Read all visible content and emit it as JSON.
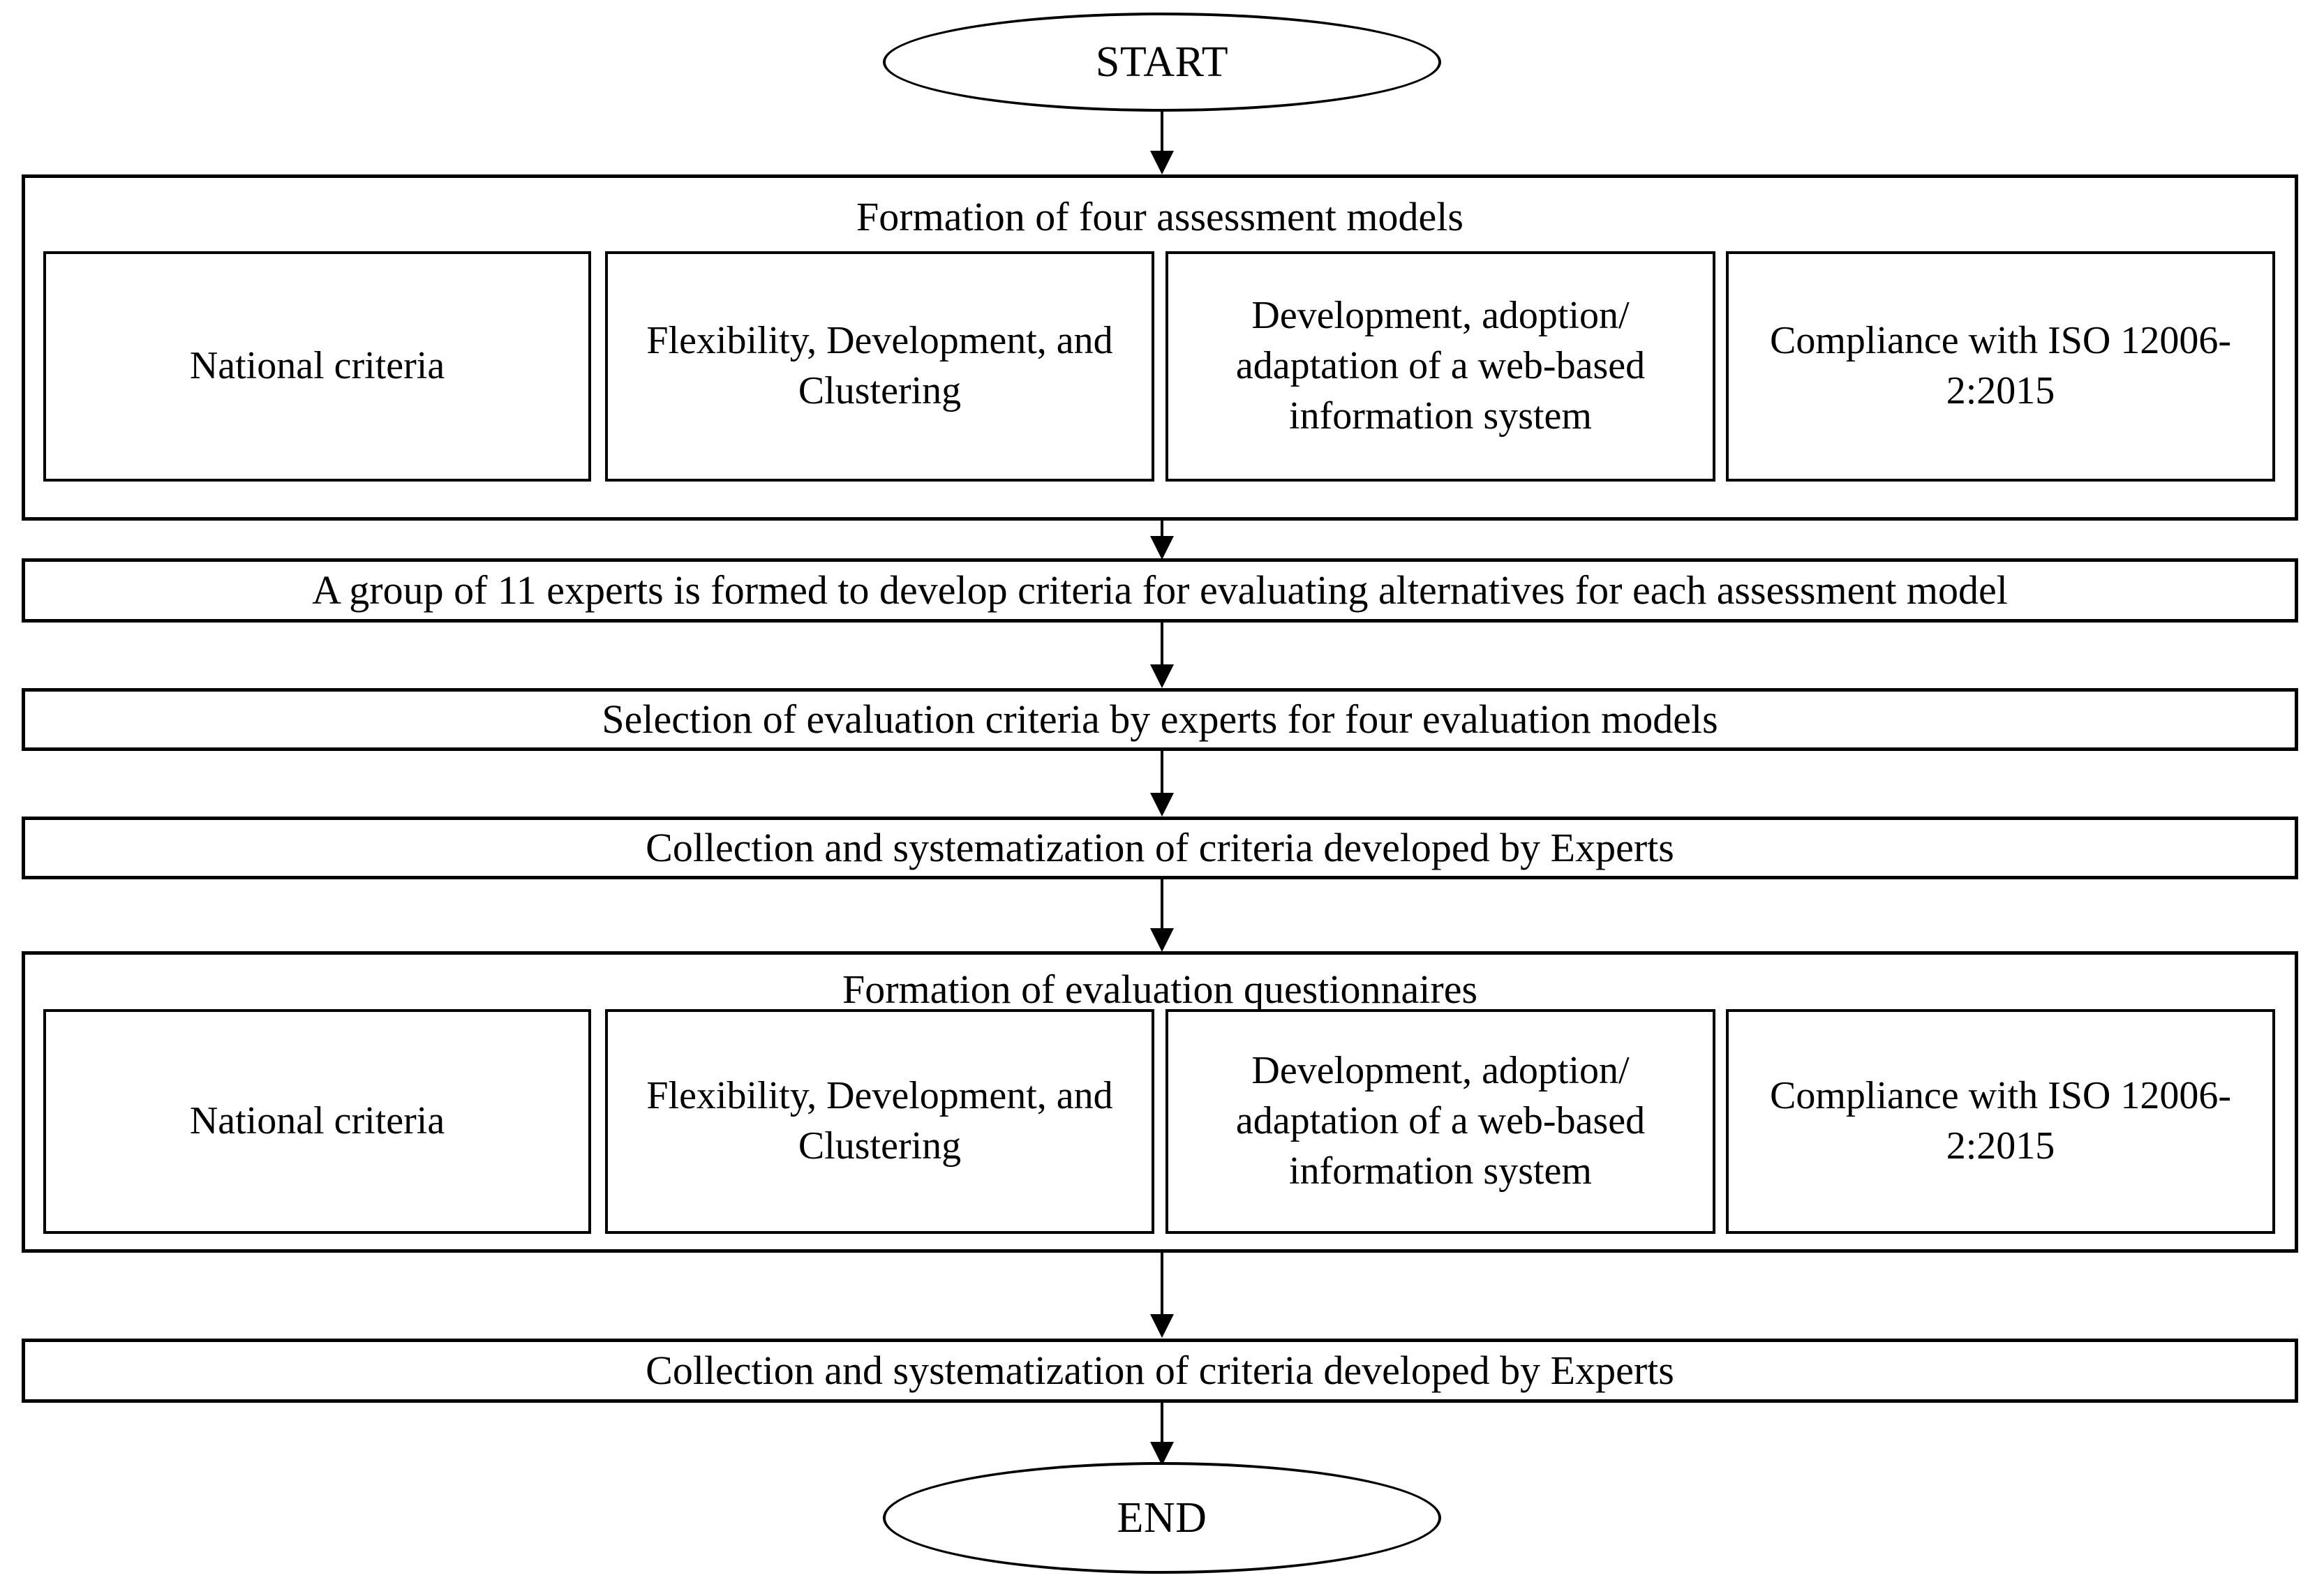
{
  "diagram": {
    "title": "Flowchart for formation of four assessment models and evaluation questionnaires",
    "start_label": "START",
    "end_label": "END",
    "stroke_color": "#000000",
    "background_color": "#ffffff"
  },
  "nodes": {
    "start": {
      "label": "START",
      "shape": "ellipse"
    },
    "assessment_models": {
      "title": "Formation of four assessment models",
      "items": [
        {
          "label": "National criteria"
        },
        {
          "label": "Flexibility, Development, and Clustering"
        },
        {
          "label": "Development, adoption/ adaptation of a web-based information system"
        },
        {
          "label": "Compliance with ISO 12006-2:2015"
        }
      ]
    },
    "expert_group": {
      "label": "A group of 11 experts is formed to develop criteria for evaluating alternatives for each assessment model"
    },
    "criteria_selection": {
      "label": "Selection of evaluation criteria by experts for four evaluation models"
    },
    "collection_first": {
      "label": "Collection and systematization of criteria developed by Experts"
    },
    "questionnaires": {
      "title": "Formation of evaluation questionnaires",
      "items": [
        {
          "label": "National criteria"
        },
        {
          "label": "Flexibility, Development, and Clustering"
        },
        {
          "label": "Development, adoption/ adaptation of a web-based information system"
        },
        {
          "label": "Compliance with ISO 12006-2:2015"
        }
      ]
    },
    "collection_second": {
      "label": "Collection and systematization of criteria developed by Experts"
    },
    "end": {
      "label": "END",
      "shape": "ellipse"
    }
  }
}
